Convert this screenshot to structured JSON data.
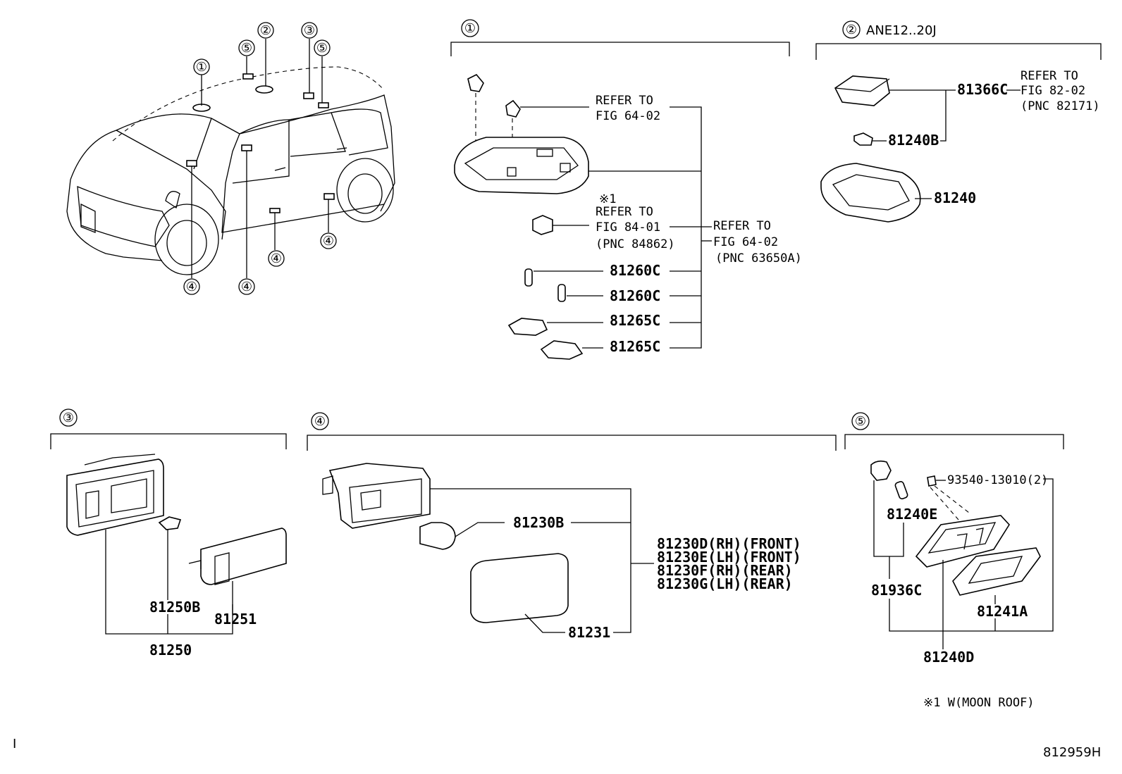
{
  "sections": {
    "s1": {
      "num": "①"
    },
    "s2": {
      "num": "②",
      "model": "ANE12..20J"
    },
    "s3": {
      "num": "③"
    },
    "s4": {
      "num": "④"
    },
    "s5": {
      "num": "⑤"
    }
  },
  "car_callouts": [
    "①",
    "②",
    "③",
    "④",
    "⑤"
  ],
  "s1_labels": {
    "refer_a1": "REFER TO",
    "refer_a2": "FIG 64-02",
    "note_mark": "※1",
    "refer_b1": "REFER TO",
    "refer_b2": "FIG 84-01",
    "refer_b3": "(PNC 84862)",
    "refer_c1": "REFER TO",
    "refer_c2": "FIG 64-02",
    "refer_c3": "(PNC 63650A)",
    "p1": "81260C",
    "p2": "81260C",
    "p3": "81265C",
    "p4": "81265C"
  },
  "s2_labels": {
    "p1": "81366C",
    "p2": "81240B",
    "p3": "81240",
    "refer1": "REFER TO",
    "refer2": "FIG 82-02",
    "refer3": "(PNC 82171)"
  },
  "s3_labels": {
    "p1": "81250B",
    "p2": "81251",
    "p3": "81250"
  },
  "s4_labels": {
    "p1": "81230B",
    "p2": "81231",
    "v1": "81230D(RH)(FRONT)",
    "v2": "81230E(LH)(FRONT)",
    "v3": "81230F(RH)(REAR)",
    "v4": "81230G(LH)(REAR)"
  },
  "s5_labels": {
    "screw": "93540-13010(2)",
    "p1": "81240E",
    "p2": "81936C",
    "p3": "81241A",
    "p4": "81240D"
  },
  "footnote": "※1 W(MOON ROOF)",
  "figure_id": "812959H",
  "corner_mark": "I"
}
